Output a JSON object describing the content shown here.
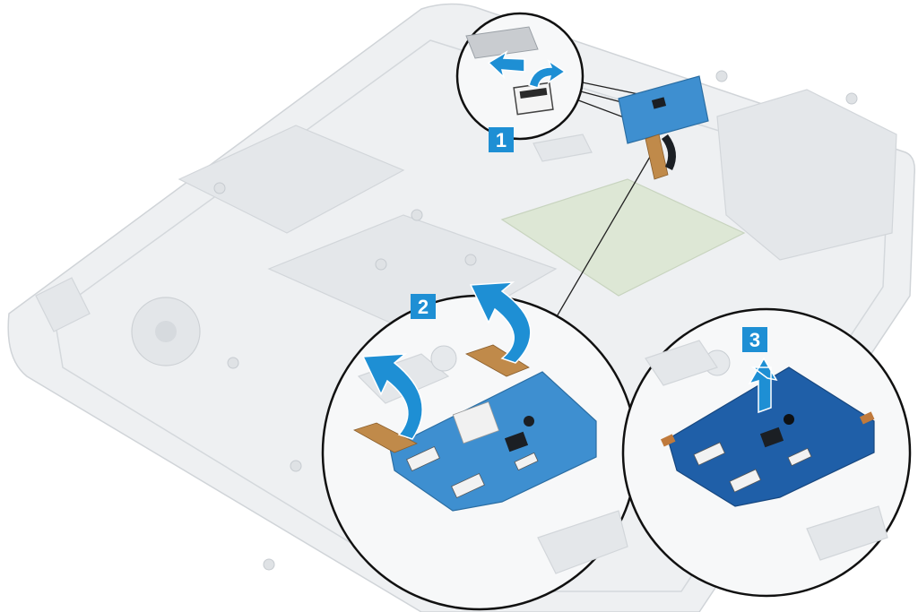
{
  "diagram": {
    "steps": [
      {
        "number": "1"
      },
      {
        "number": "2"
      },
      {
        "number": "3"
      }
    ]
  },
  "colors": {
    "accent": "#1e8fd4",
    "board": "#3e8fd0",
    "board_dark": "#1f5fa8",
    "outline": "#111111"
  }
}
